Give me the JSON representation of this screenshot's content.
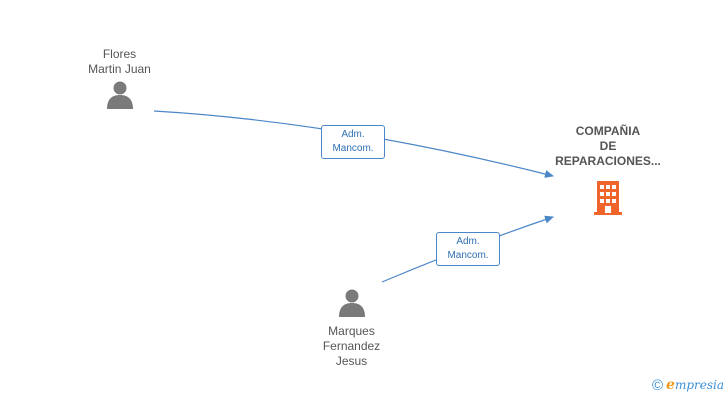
{
  "persons": [
    {
      "id": "p1",
      "lines": [
        "Flores",
        "Martin Juan"
      ]
    },
    {
      "id": "p2",
      "lines": [
        "Marques",
        "Fernandez",
        "Jesus"
      ]
    }
  ],
  "company": {
    "lines": [
      "COMPAÑIA",
      "DE",
      "REPARACIONES..."
    ],
    "icon": "building-icon",
    "color": "#f0652b"
  },
  "relations": [
    {
      "from": "p1",
      "to": "company",
      "label_lines": [
        "Adm.",
        "Mancom."
      ]
    },
    {
      "from": "p2",
      "to": "company",
      "label_lines": [
        "Adm.",
        "Mancom."
      ]
    }
  ],
  "colors": {
    "link": "#4a86c8",
    "person_icon": "#7a7a7a",
    "text": "#555555"
  },
  "footer": {
    "copyright_symbol": "©",
    "brand_initial": "e",
    "brand_rest": "mpresia"
  }
}
